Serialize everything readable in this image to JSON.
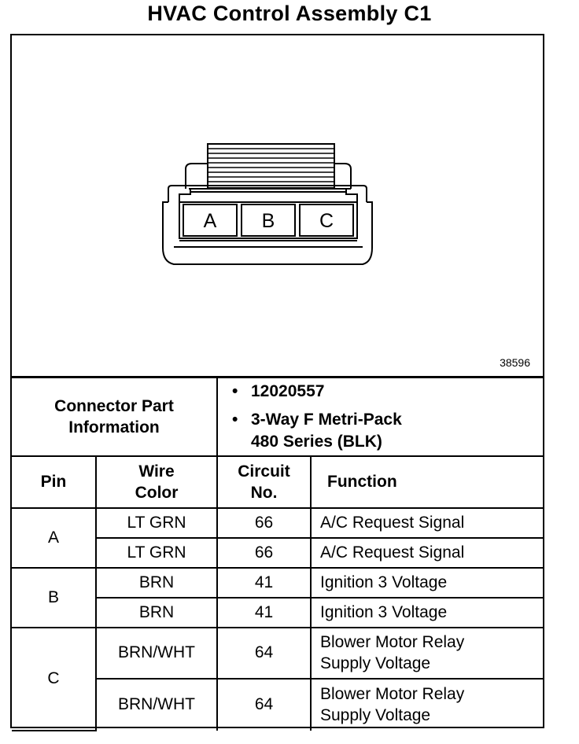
{
  "title": "HVAC Control Assembly C1",
  "figure_number": "38596",
  "connector": {
    "pin_labels": [
      "A",
      "B",
      "C"
    ]
  },
  "part_info": {
    "label_line1": "Connector Part",
    "label_line2": "Information",
    "part_number": "12020557",
    "description_line1": "3-Way F Metri-Pack",
    "description_line2": "480 Series (BLK)"
  },
  "headers": {
    "pin": "Pin",
    "wire_color_line1": "Wire",
    "wire_color_line2": "Color",
    "circuit_line1": "Circuit",
    "circuit_line2": "No.",
    "function": "Function"
  },
  "pins": [
    {
      "pin": "A",
      "rows": [
        {
          "wire_color": "LT GRN",
          "circuit": "66",
          "function_line1": "A/C Request Signal",
          "function_line2": ""
        },
        {
          "wire_color": "LT GRN",
          "circuit": "66",
          "function_line1": "A/C Request Signal",
          "function_line2": ""
        }
      ]
    },
    {
      "pin": "B",
      "rows": [
        {
          "wire_color": "BRN",
          "circuit": "41",
          "function_line1": "Ignition 3 Voltage",
          "function_line2": ""
        },
        {
          "wire_color": "BRN",
          "circuit": "41",
          "function_line1": "Ignition 3 Voltage",
          "function_line2": ""
        }
      ]
    },
    {
      "pin": "C",
      "rows": [
        {
          "wire_color": "BRN/WHT",
          "circuit": "64",
          "function_line1": "Blower Motor Relay",
          "function_line2": "Supply Voltage"
        },
        {
          "wire_color": "BRN/WHT",
          "circuit": "64",
          "function_line1": "Blower Motor Relay",
          "function_line2": "Supply Voltage"
        }
      ]
    }
  ]
}
